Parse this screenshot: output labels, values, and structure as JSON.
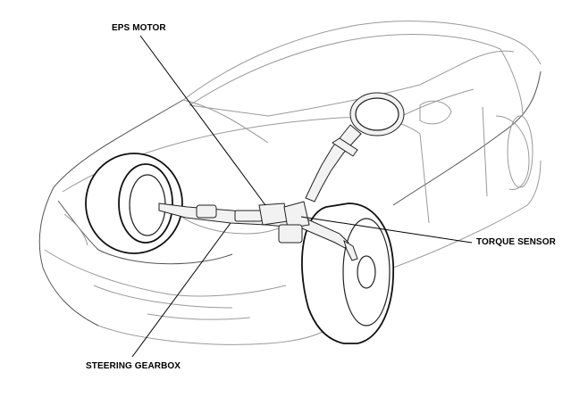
{
  "labels": {
    "eps_motor": "EPS MOTOR",
    "torque_sensor": "TORQUE SENSOR",
    "steering_gearbox": "STEERING GEARBOX"
  }
}
